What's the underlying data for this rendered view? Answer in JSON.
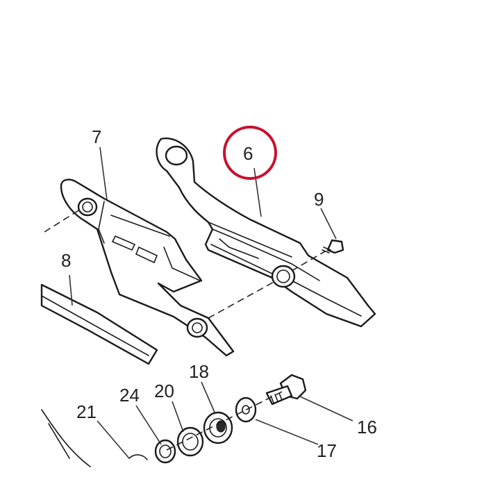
{
  "callouts": {
    "part_6": "6",
    "part_7": "7",
    "part_8": "8",
    "part_9": "9",
    "part_16": "16",
    "part_17": "17",
    "part_18": "18",
    "part_20": "20",
    "part_21": "21",
    "part_24": "24"
  },
  "colors": {
    "highlight": "#c8102e",
    "line": "#1a1a1a",
    "background": "#ffffff"
  }
}
